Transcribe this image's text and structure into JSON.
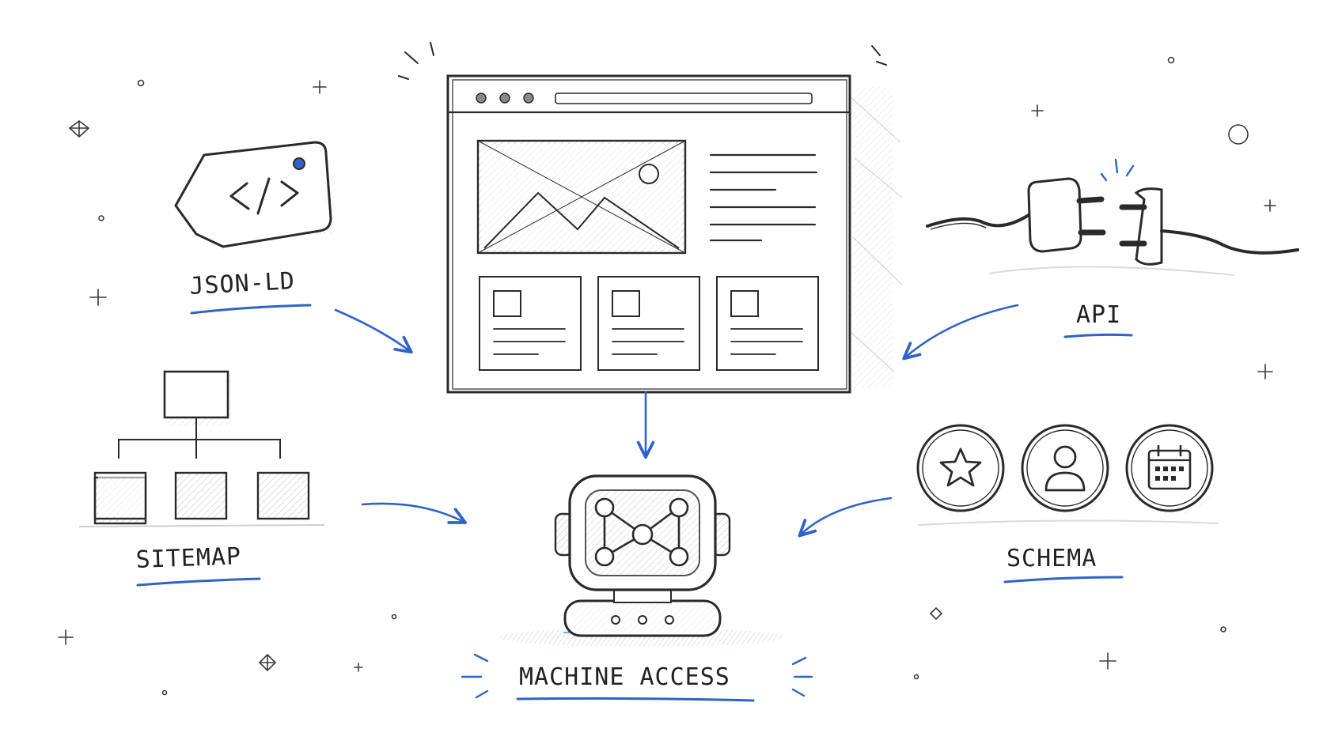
{
  "labels": {
    "json_ld": "JSON-LD",
    "sitemap": "SITEMAP",
    "api": "API",
    "schema": "SCHEMA",
    "machine_access": "MACHINE ACCESS"
  },
  "icons": {
    "json_ld": "code-tag-icon",
    "sitemap": "sitemap-tree-icon",
    "api": "plug-connector-icon",
    "schema_items": [
      "star-icon",
      "person-icon",
      "calendar-icon"
    ],
    "center": "webpage-wireframe-icon",
    "target": "robot-network-icon"
  },
  "colors": {
    "ink": "#2a2a2a",
    "accent": "#2f63c9",
    "shade": "#d8d8d8"
  }
}
